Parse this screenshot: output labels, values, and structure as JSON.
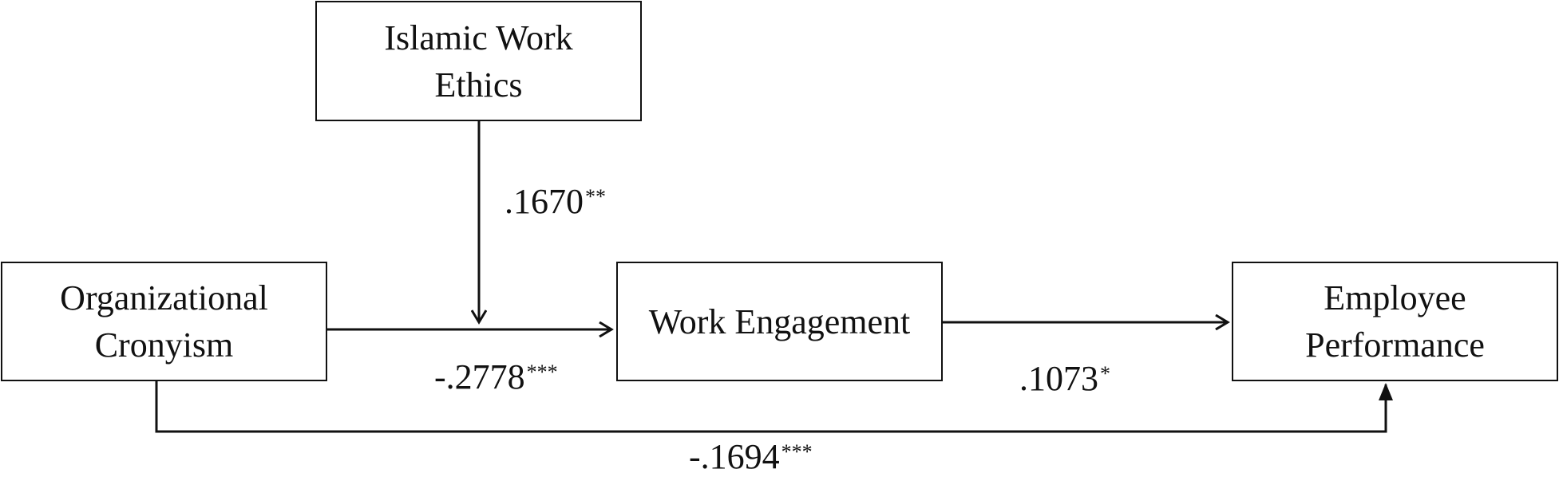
{
  "nodes": {
    "islamic_work_ethics": {
      "lines": [
        "Islamic Work",
        "Ethics"
      ]
    },
    "organizational_cronyism": {
      "lines": [
        "Organizational",
        "Cronyism"
      ]
    },
    "work_engagement": {
      "lines": [
        "Work Engagement"
      ]
    },
    "employee_performance": {
      "lines": [
        "Employee",
        "Performance"
      ]
    }
  },
  "paths": {
    "moderation": {
      "value": ".1670",
      "sig": "**"
    },
    "cronyism_to_engagement": {
      "value": "-.2778",
      "sig": "***"
    },
    "engagement_to_performance": {
      "value": ".1073",
      "sig": "*"
    },
    "cronyism_to_performance": {
      "value": "-.1694",
      "sig": "***"
    }
  },
  "colors": {
    "line": "#111111",
    "background": "#ffffff"
  }
}
